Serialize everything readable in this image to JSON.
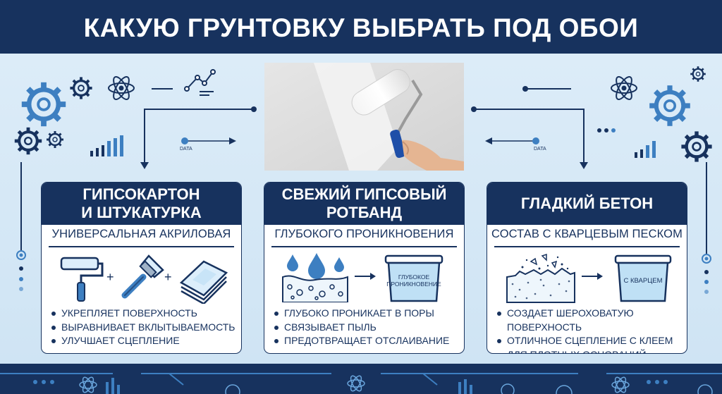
{
  "header": {
    "title": "КАКУЮ ГРУНТОВКУ ВЫБРАТЬ ПОД ОБОИ"
  },
  "flow_labels": {
    "left": "DATA",
    "right": "DATA"
  },
  "cards": [
    {
      "title_line1": "ГИПСОКАРТОН",
      "title_line2": "И ШТУКАТУРКА",
      "subtitle": "УНИВЕРСАЛЬНАЯ АКРИЛОВАЯ",
      "bullets": [
        "УКРЕПЛЯЕТ ПОВЕРХНОСТЬ",
        "ВЫРАВНИВАЕТ ВКЛЫТЫВАЕМОСТЬ",
        "УЛУЧШАЕТ СЦЕПЛЕНИЕ"
      ]
    },
    {
      "title_line1": "СВЕЖИЙ ГИПСОВЫЙ",
      "title_line2": "РОТБАНД",
      "subtitle": "ГЛУБОКОГО ПРОНИКНОВЕНИЯ",
      "bucket_label_line1": "ГЛУБОКОЕ",
      "bucket_label_line2": "ПРОНИКНОВЕНИЕ",
      "bullets": [
        "ГЛУБОКО ПРОНИКАЕТ В ПОРЫ",
        "СВЯЗЫВАЕТ ПЫЛЬ",
        "ПРЕДОТВРАЩАЕТ ОТСЛАИВАНИЕ"
      ]
    },
    {
      "title_line1": "ГЛАДКИЙ БЕТОН",
      "title_line2": "",
      "subtitle": "СОСТАВ С КВАРЦЕВЫМ ПЕСКОМ",
      "bucket_label_line1": "С КВАРЦЕМ",
      "bullets": [
        "СОЗДАЕТ ШЕРОХОВАТУЮ ПОВЕРХНОСТЬ",
        "ОТЛИЧНОЕ СЦЕПЛЕНИЕ С КЛЕЕМ",
        "ДЛЯ ПЛОТНЫХ ОСНОВАНИЙ"
      ]
    }
  ],
  "plus_signs": [
    "+",
    "+"
  ],
  "colors": {
    "navy": "#17325e",
    "accent_blue": "#3d7fc1",
    "light_bg": "#d6e9f7",
    "bucket_blue": "#bfe0f5"
  },
  "icons": [
    "gear-icon",
    "atom-icon",
    "line-chart-icon",
    "bar-chart-icon",
    "paint-roller-icon",
    "paintbrush-icon",
    "drywall-sheets-icon",
    "water-drop-icon",
    "primer-bucket-icon",
    "arrow-right-icon",
    "quartz-surface-icon"
  ]
}
